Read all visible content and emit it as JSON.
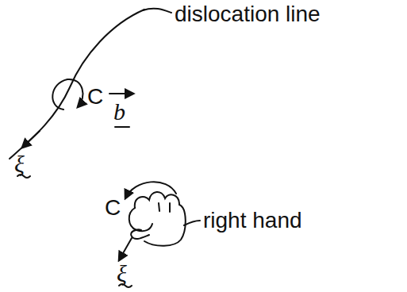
{
  "diagram": {
    "labels": [
      "dislocation line",
      "C",
      "b",
      "ξ",
      "C",
      "ξ",
      "right hand"
    ]
  }
}
